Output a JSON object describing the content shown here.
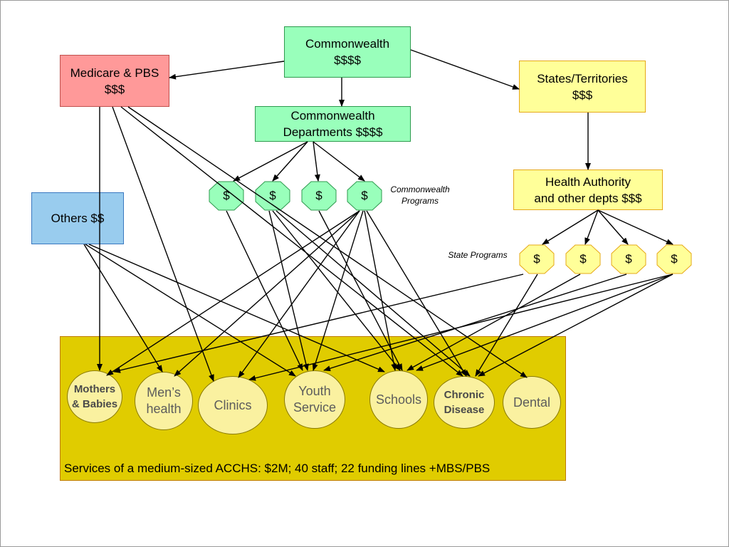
{
  "funders": {
    "commonwealth": {
      "line1": "Commonwealth",
      "line2": "$$$$"
    },
    "medicare": {
      "line1": "Medicare & PBS",
      "line2": "$$$"
    },
    "states": {
      "line1": "States/Territories",
      "line2": "$$$"
    },
    "cw_departments": {
      "line1": "Commonwealth",
      "line2": "Departments $$$$"
    },
    "health_authority": {
      "line1": "Health Authority",
      "line2": "and other depts $$$"
    },
    "others": {
      "label": "Others $$"
    }
  },
  "programs": {
    "commonwealth_symbols": [
      "$",
      "$",
      "$",
      "$"
    ],
    "commonwealth_label": {
      "line1": "Commonwealth",
      "line2": "Programs"
    },
    "state_symbols": [
      "$",
      "$",
      "$",
      "$"
    ],
    "state_label": "State Programs"
  },
  "services": {
    "mothers": {
      "line1": "Mothers",
      "line2": "& Babies"
    },
    "mens": {
      "line1": "Men’s",
      "line2": "health"
    },
    "clinics": "Clinics",
    "youth": {
      "line1": "Youth",
      "line2": "Service"
    },
    "schools": "Schools",
    "chronic": {
      "line1": "Chronic",
      "line2": "Disease"
    },
    "dental": "Dental"
  },
  "caption": "Services of a medium-sized ACCHS: $2M; 40 staff; 22 funding lines +MBS/PBS",
  "colors": {
    "commonwealth": "#99ffbb",
    "medicare": "#ff9999",
    "states": "#ffff99",
    "others": "#99ccee",
    "services_panel": "#e0cc00",
    "service_circle": "#faf1a0"
  }
}
